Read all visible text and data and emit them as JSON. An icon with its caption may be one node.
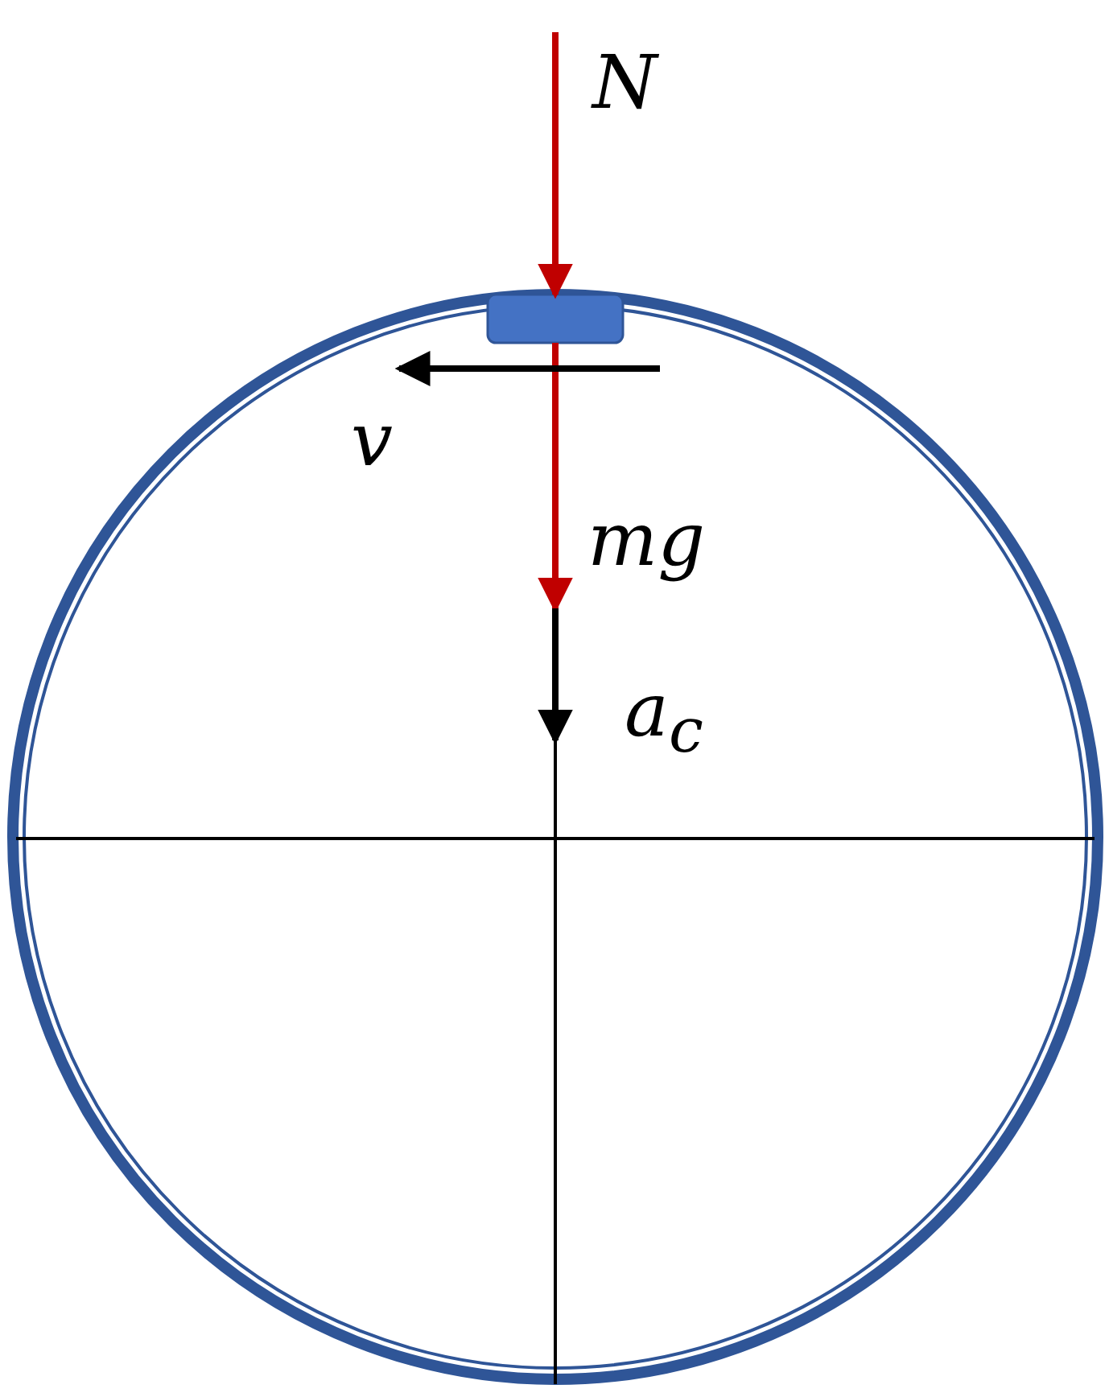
{
  "diagram": {
    "nodes": [
      {
        "text": [],
        "shape": "box"
      }
    ],
    "labels": [
      "N",
      "v",
      "mg",
      "a$_{c}$"
    ]
  }
}
